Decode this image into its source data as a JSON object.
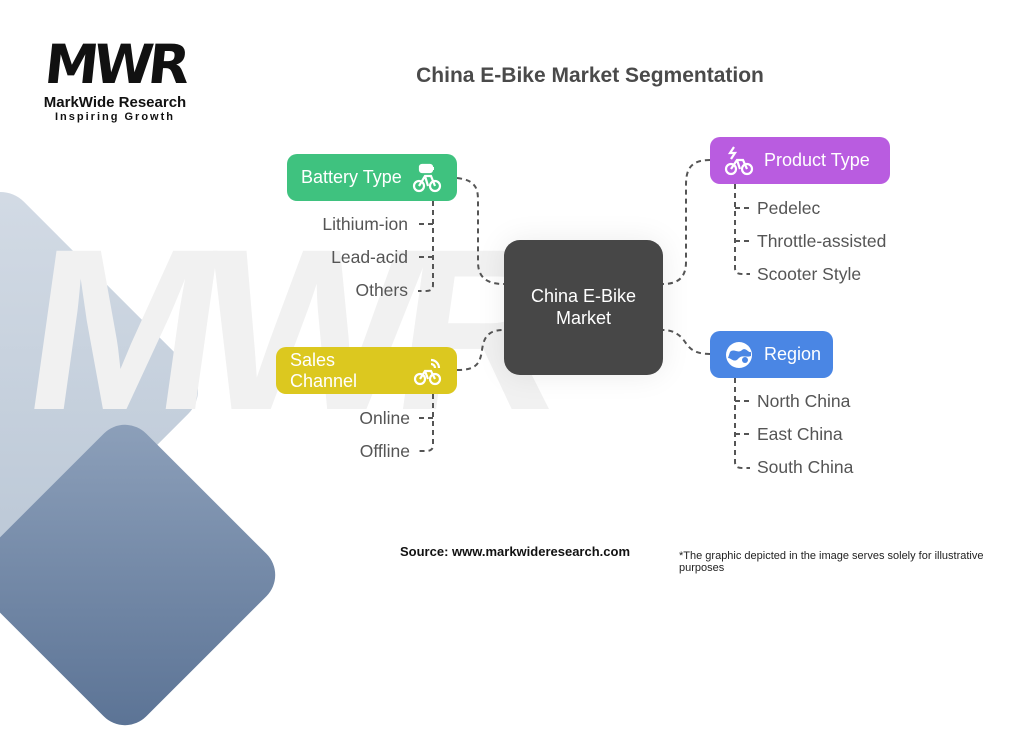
{
  "logo": {
    "mark": "MWR",
    "name": "MarkWide Research",
    "tagline": "Inspiring Growth"
  },
  "watermark": "MWR",
  "title": "China E-Bike Market Segmentation",
  "center": {
    "label": "China E-Bike Market"
  },
  "segments": [
    {
      "key": "battery",
      "label": "Battery Type",
      "color": "#3fc27f",
      "icon": "battery-bike-icon",
      "items": [
        "Lithium-ion",
        "Lead-acid",
        "Others"
      ]
    },
    {
      "key": "sales",
      "label": "Sales Channel",
      "color": "#dcc81f",
      "icon": "wireless-bike-icon",
      "items": [
        "Online",
        "Offline"
      ]
    },
    {
      "key": "product",
      "label": "Product Type",
      "color": "#b95ce0",
      "icon": "electric-bike-icon",
      "items": [
        "Pedelec",
        "Throttle-assisted",
        "Scooter Style"
      ]
    },
    {
      "key": "region",
      "label": "Region",
      "color": "#4a86e4",
      "icon": "globe-icon",
      "items": [
        "North China",
        "East China",
        "South China"
      ]
    }
  ],
  "footer": {
    "source": "Source: www.markwideresearch.com",
    "note": "*The graphic depicted in the image serves solely for illustrative purposes"
  }
}
